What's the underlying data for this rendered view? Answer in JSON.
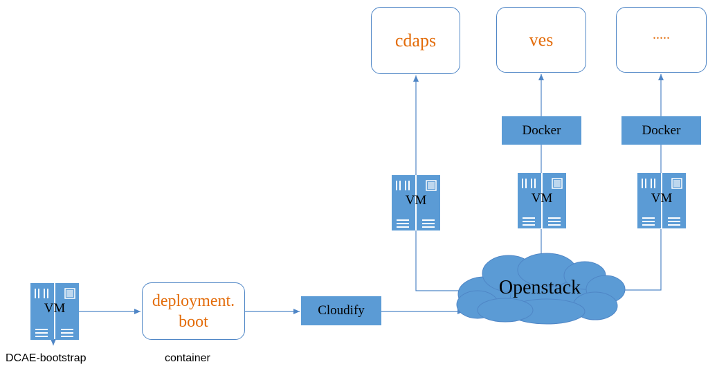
{
  "services": [
    {
      "label": "cdaps"
    },
    {
      "label": "ves"
    },
    {
      "label": "....."
    }
  ],
  "docker": [
    {
      "label": "Docker"
    },
    {
      "label": "Docker"
    }
  ],
  "vms": [
    {
      "label": "VM"
    },
    {
      "label": "VM"
    },
    {
      "label": "VM"
    },
    {
      "label": "VM"
    }
  ],
  "bootstrap": {
    "caption": "DCAE-bootstrap"
  },
  "deployment": {
    "line1": "deployment.",
    "line2": "boot",
    "caption": "container"
  },
  "cloudify": {
    "label": "Cloudify"
  },
  "openstack": {
    "label": "Openstack"
  },
  "colors": {
    "accent": "#5b9bd5",
    "border": "#4f86c6",
    "highlight_text": "#e36c0a"
  },
  "icons": [
    "server-vm-icon",
    "cloud-icon",
    "arrow-icon"
  ]
}
